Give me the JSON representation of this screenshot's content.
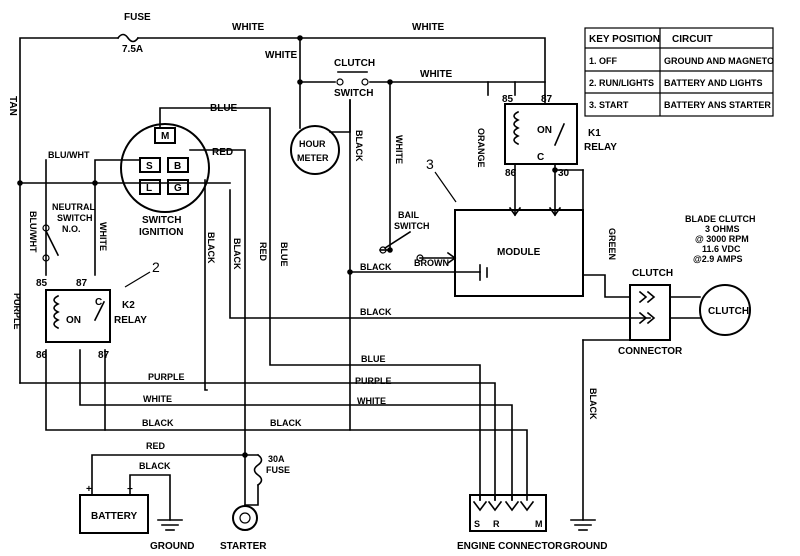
{
  "wire_labels": {
    "fuse": "FUSE",
    "fuse_rating": "7.5A",
    "white": "WHITE",
    "tan": "TAN",
    "blue": "BLUE",
    "red": "RED",
    "black": "BLACK",
    "blu_wht": "BLU/WHT",
    "orange": "ORANGE",
    "green": "GREEN",
    "brown": "BROWN",
    "purple": "PURPLE"
  },
  "components": {
    "clutch_switch": "CLUTCH",
    "clutch_switch_2": "SWITCH",
    "hour_meter_1": "HOUR",
    "hour_meter_2": "METER",
    "ignition_1": "SWITCH",
    "ignition_2": "IGNITION",
    "neutral_1": "NEUTRAL",
    "neutral_2": "SWITCH",
    "neutral_3": "N.O.",
    "k2": "K2",
    "k2_relay": "RELAY",
    "k1": "K1",
    "k1_relay": "RELAY",
    "bail_1": "BAIL",
    "bail_2": "SWITCH",
    "module": "MODULE",
    "clutch_conn_top": "CLUTCH",
    "connector": "CONNECTOR",
    "clutch": "CLUTCH",
    "battery": "BATTERY",
    "ground": "GROUND",
    "starter": "STARTER",
    "fuse30": "30A",
    "fuse30_2": "FUSE",
    "engine_connector": "ENGINE CONNECTOR",
    "ground2": "GROUND",
    "callout_2": "2",
    "callout_3": "3"
  },
  "terminals": {
    "m": "M",
    "s": "S",
    "b": "B",
    "l": "L",
    "g": "G",
    "t85": "85",
    "t87": "87",
    "t86": "86",
    "t30": "30",
    "c": "C",
    "on": "ON",
    "eng_s": "S",
    "eng_r": "R",
    "eng_m": "M",
    "plus": "+",
    "minus": "−"
  },
  "blade_clutch": {
    "line1": "BLADE CLUTCH",
    "line2": "3 OHMS",
    "line3": "@ 3000 RPM",
    "line4": "11.6 VDC",
    "line5": "@2.9 AMPS"
  },
  "key_table": {
    "headers": [
      "KEY POSITION",
      "CIRCUIT"
    ],
    "rows": [
      [
        "1. OFF",
        "GROUND AND MAGNETO"
      ],
      [
        "2. RUN/LIGHTS",
        "BATTERY AND LIGHTS"
      ],
      [
        "3. START",
        "BATTERY ANS STARTER"
      ]
    ]
  }
}
